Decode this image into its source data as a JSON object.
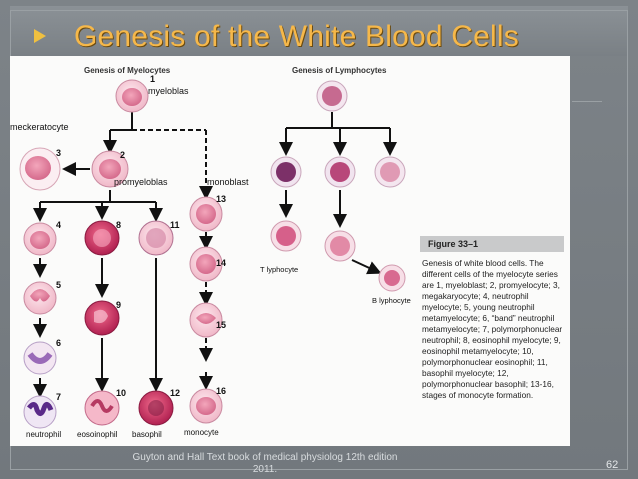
{
  "slide": {
    "title": "Genesis of the White Blood Cells",
    "page_number": "62",
    "footer": "Guyton and Hall Text book of medical physiolog 12th edition 2011."
  },
  "figure": {
    "header_myelocytes": "Genesis of Myelocytes",
    "header_lymphocytes": "Genesis of Lymphocytes",
    "labels": {
      "myeloblas": "myeloblas",
      "meckeratocyte": "meckeratocyte",
      "promyeloblas": "promyeloblas",
      "monoblast": "monoblast",
      "t_lyphocyte": "T lyphocyte",
      "b_lyphocyte": "B lyphocyte",
      "neutrophil": "neutrophil",
      "eosoinophil": "eosoinophil",
      "basophil": "basophil",
      "monocyte": "monocyte"
    },
    "numbers": [
      "1",
      "2",
      "3",
      "4",
      "5",
      "6",
      "7",
      "8",
      "9",
      "10",
      "11",
      "12",
      "13",
      "14",
      "15",
      "16"
    ],
    "caption_title": "Figure 33–1",
    "caption_text": "Genesis of white blood cells. The different cells of the myelocyte series are 1, myeloblast; 2, promyelocyte; 3, megakaryocyte; 4, neutrophil myelocyte; 5, young neutrophil metamyelocyte; 6, “band” neutrophil metamyelocyte; 7, polymorphonuclear neutrophil; 8, eosinophil myelocyte; 9, eosinophil metamyelocyte; 10, polymorphonuclear eosinophil; 11, basophil myelocyte; 12, polymorphonuclear basophil; 13-16, stages of monocyte formation."
  }
}
